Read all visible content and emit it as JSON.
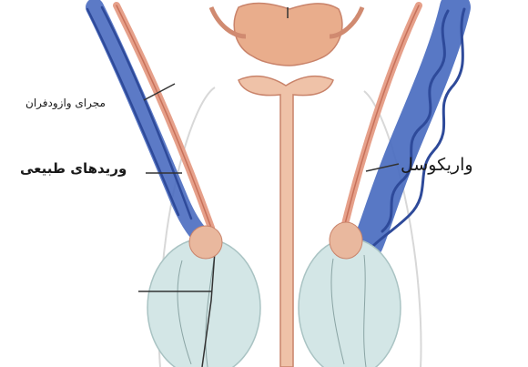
{
  "labels": {
    "vas_deferens": "مجرای وازودفران",
    "normal_veins": "وریدهای طبیعی",
    "varicocele": "واریکوسل"
  },
  "colors": {
    "background": "#ffffff",
    "vein_blue": "#4a6cc0",
    "vein_dark": "#2e4a9a",
    "duct_pink": "#e6a08a",
    "duct_outline": "#c7715a",
    "testis": "#d3e6e6",
    "epididymis": "#e9b89e",
    "gland": "#e9ad8c"
  }
}
